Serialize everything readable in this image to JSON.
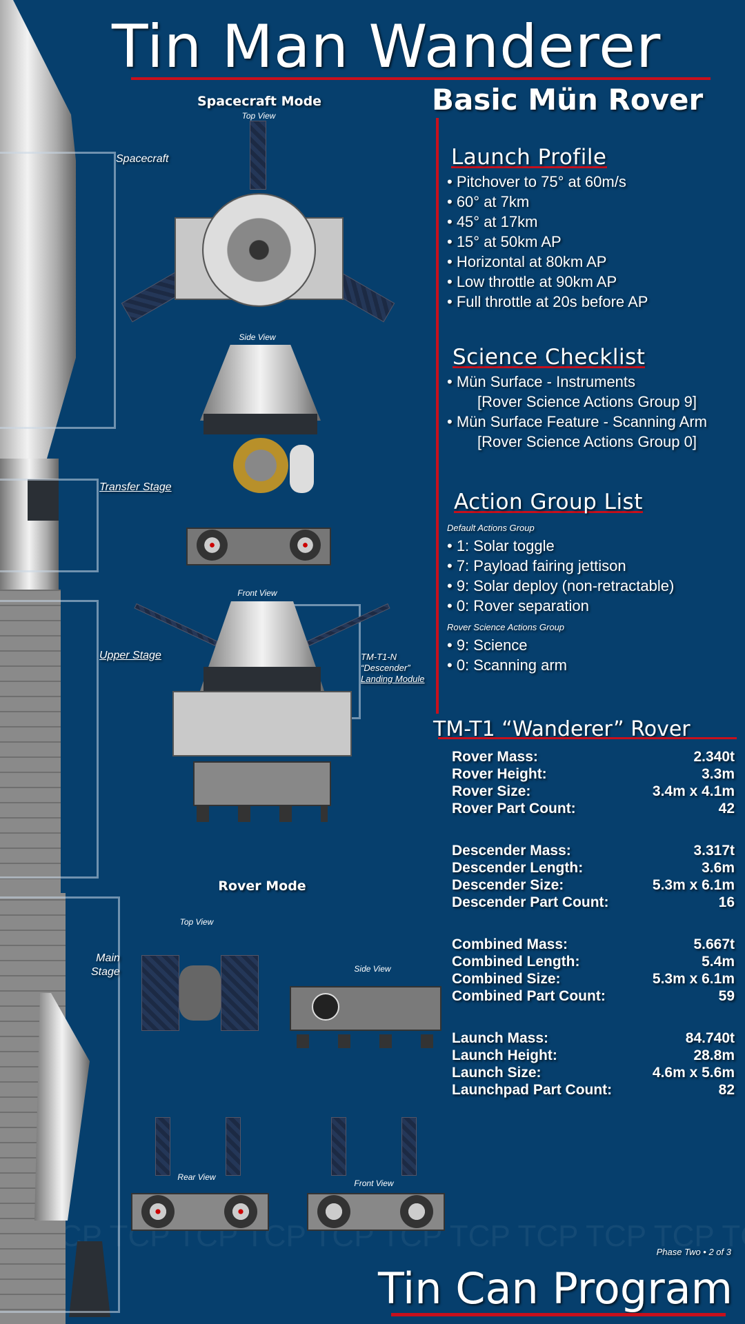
{
  "header": {
    "title": "Tin Man Wanderer",
    "subtitle": "Basic Mün Rover"
  },
  "diagram": {
    "spacecraft_mode": "Spacecraft Mode",
    "top_view": "Top View",
    "side_view": "Side View",
    "front_view": "Front View",
    "rover_mode": "Rover Mode",
    "rover_top_view": "Top View",
    "rover_side_view": "Side View",
    "rear_view": "Rear View",
    "rover_front_view": "Front View",
    "labels": {
      "spacecraft": "Spacecraft",
      "transfer_stage": "Transfer Stage",
      "upper_stage": "Upper Stage",
      "main_stage_1": "Main",
      "main_stage_2": "Stage",
      "descender_1": "TM-T1-N",
      "descender_2": "“Descender”",
      "descender_3": "Landing Module"
    }
  },
  "launch_profile": {
    "title": "Launch Profile",
    "items": [
      "• Pitchover to 75° at 60m/s",
      "• 60° at 7km",
      "• 45° at 17km",
      "• 15° at 50km AP",
      "• Horizontal at 80km AP",
      "• Low throttle at 90km AP",
      "• Full throttle at 20s before AP"
    ]
  },
  "science": {
    "title": "Science Checklist",
    "items": [
      "• Mün Surface - Instruments",
      "[Rover Science Actions Group 9]",
      "• Mün Surface Feature - Scanning Arm",
      "[Rover Science Actions Group 0]"
    ]
  },
  "actions": {
    "title": "Action Group List",
    "default_title": "Default Actions Group",
    "default_items": [
      "• 1: Solar toggle",
      "• 7: Payload fairing jettison",
      "• 9: Solar deploy (non-retractable)",
      "• 0: Rover separation"
    ],
    "rover_title": "Rover Science Actions Group",
    "rover_items": [
      "• 9: Science",
      "• 0: Scanning arm"
    ]
  },
  "specs": {
    "title": "TM-T1 “Wanderer” Rover",
    "groups": [
      [
        [
          "Rover Mass:",
          "2.340t"
        ],
        [
          "Rover Height:",
          "3.3m"
        ],
        [
          "Rover Size:",
          "3.4m x 4.1m"
        ],
        [
          "Rover Part Count:",
          "42"
        ]
      ],
      [
        [
          "Descender Mass:",
          "3.317t"
        ],
        [
          "Descender Length:",
          "3.6m"
        ],
        [
          "Descender Size:",
          "5.3m x 6.1m"
        ],
        [
          "Descender Part Count:",
          "16"
        ]
      ],
      [
        [
          "Combined Mass:",
          "5.667t"
        ],
        [
          "Combined Length:",
          "5.4m"
        ],
        [
          "Combined Size:",
          "5.3m x 6.1m"
        ],
        [
          "Combined Part Count:",
          "59"
        ]
      ],
      [
        [
          "Launch Mass:",
          "84.740t"
        ],
        [
          "Launch Height:",
          "28.8m"
        ],
        [
          "Launch Size:",
          "4.6m x 5.6m"
        ],
        [
          "Launchpad Part Count:",
          "82"
        ]
      ]
    ]
  },
  "footer": {
    "watermark": "TCP TCP TCP TCP TCP TCP TCP TCP TCP TCP TCP",
    "phase": "Phase Two • 2 of 3",
    "program": "Tin Can Program"
  },
  "colors": {
    "background": "#063f6d",
    "accent": "#c8101c"
  }
}
